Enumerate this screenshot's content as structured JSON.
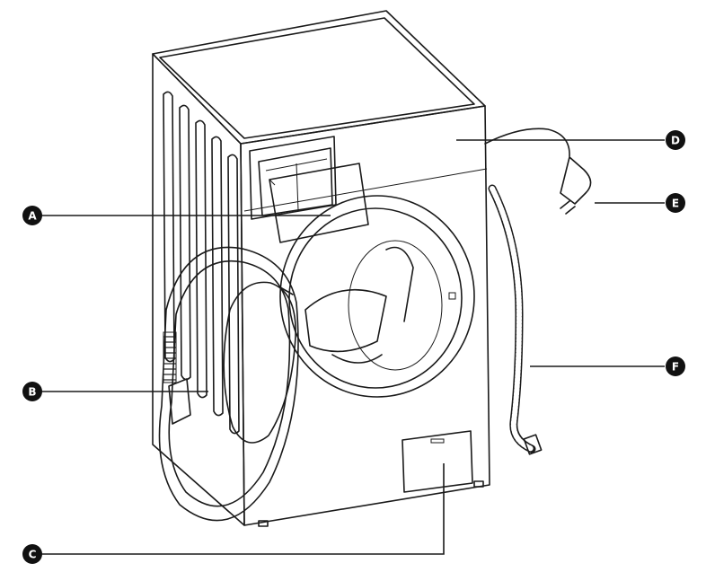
{
  "callouts": [
    {
      "id": "a",
      "letter": "A"
    },
    {
      "id": "b",
      "letter": "B"
    },
    {
      "id": "c",
      "letter": "C"
    },
    {
      "id": "d",
      "letter": "D"
    },
    {
      "id": "e",
      "letter": "E"
    },
    {
      "id": "f",
      "letter": "F"
    }
  ]
}
